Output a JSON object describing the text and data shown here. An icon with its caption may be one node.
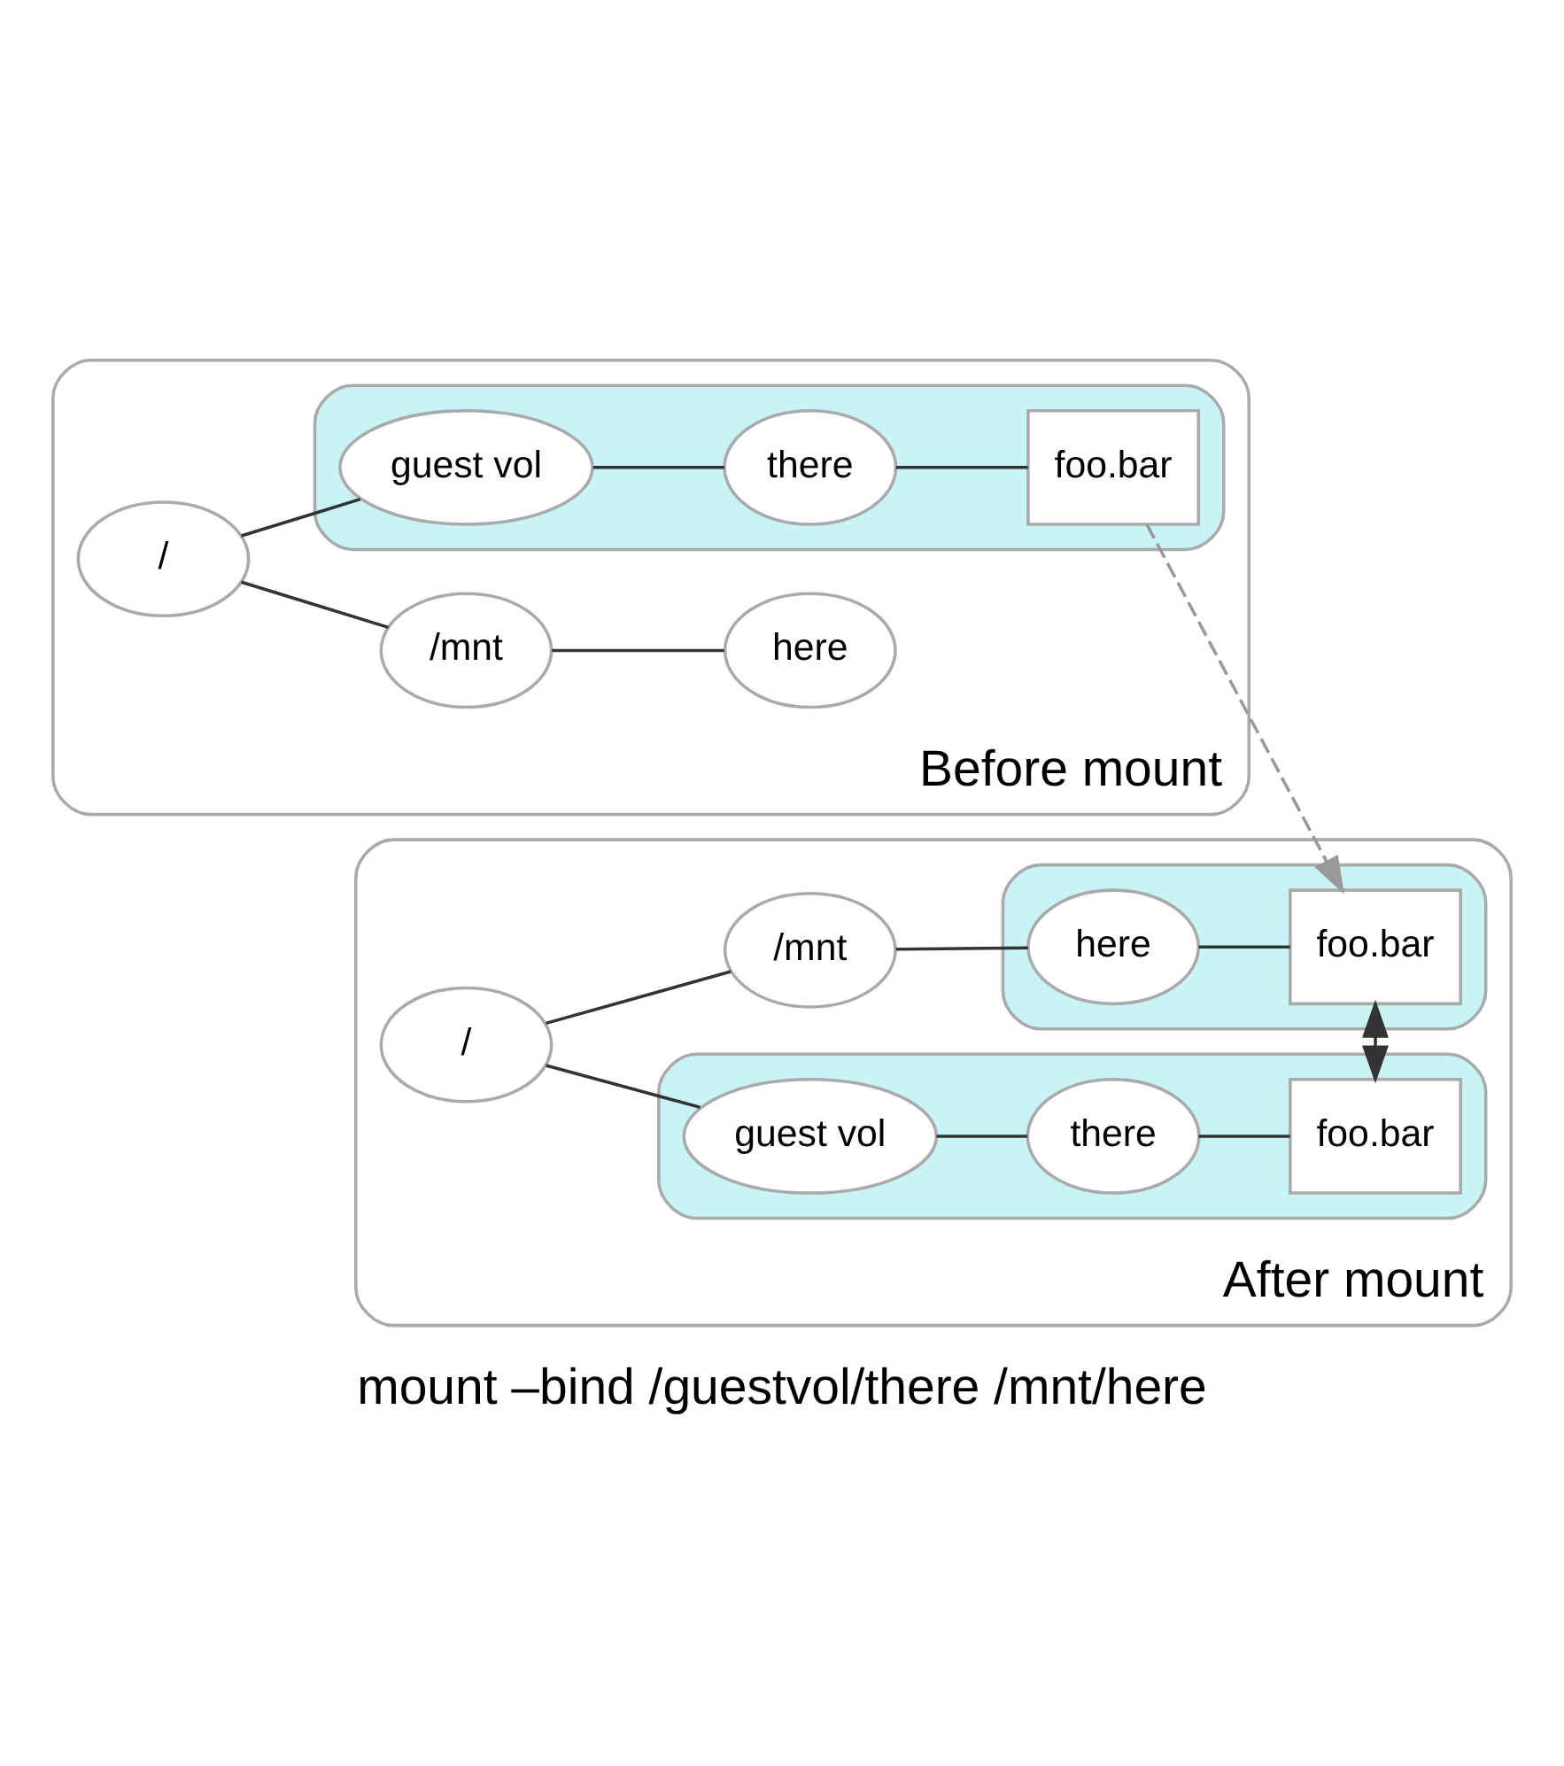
{
  "diagram": {
    "caption": "mount –bind /guestvol/there /mnt/here",
    "nodes": [
      {
        "text": [
          "Before mount"
        ]
      },
      {
        "text": [
          "/"
        ],
        "in": 0
      },
      {
        "text": [
          "/mnt"
        ],
        "in": 0
      },
      {
        "text": [
          "here"
        ],
        "in": 0
      },
      {
        "text": [],
        "shape": "ellipse",
        "in": 0
      },
      {
        "text": [
          "guest vol"
        ],
        "in": 4
      },
      {
        "text": [
          "there"
        ],
        "in": 4
      },
      {
        "text": [
          "foo.bar"
        ],
        "in": 4
      },
      {
        "text": [
          "After mount"
        ]
      },
      {
        "text": [
          "/"
        ],
        "in": 8
      },
      {
        "text": [
          "/mnt"
        ],
        "in": 8
      },
      {
        "text": [],
        "shape": "ellipse",
        "in": 8
      },
      {
        "text": [
          "here"
        ],
        "in": 11
      },
      {
        "text": [
          "foo.bar"
        ],
        "in": 11
      },
      {
        "text": [],
        "shape": "ellipse",
        "in": 8
      },
      {
        "text": [
          "guest vol"
        ],
        "in": 14
      },
      {
        "text": [
          "there"
        ],
        "in": 14
      },
      {
        "text": [
          "foo.bar"
        ],
        "in": 14
      }
    ],
    "edges": [
      {
        "from": 1,
        "to": 2,
        "arrow": "none"
      },
      {
        "from": 2,
        "to": 3,
        "arrow": "none"
      },
      {
        "from": 1,
        "to": 5,
        "arrow": "none"
      },
      {
        "from": 5,
        "to": 6,
        "arrow": "none"
      },
      {
        "from": 6,
        "to": 7,
        "arrow": "none"
      },
      {
        "from": 9,
        "to": 10,
        "arrow": "none"
      },
      {
        "from": 10,
        "to": 12,
        "arrow": "none"
      },
      {
        "from": 12,
        "to": 13,
        "arrow": "none"
      },
      {
        "from": 9,
        "to": 15,
        "arrow": "none"
      },
      {
        "from": 15,
        "to": 16,
        "arrow": "none"
      },
      {
        "from": 16,
        "to": 17,
        "arrow": "none"
      },
      {
        "from": 13,
        "to": 17,
        "arrow": "both"
      },
      {
        "from": 7,
        "to": 13,
        "arrow": "to",
        "style": "dashed",
        "color": "#999999"
      }
    ]
  }
}
